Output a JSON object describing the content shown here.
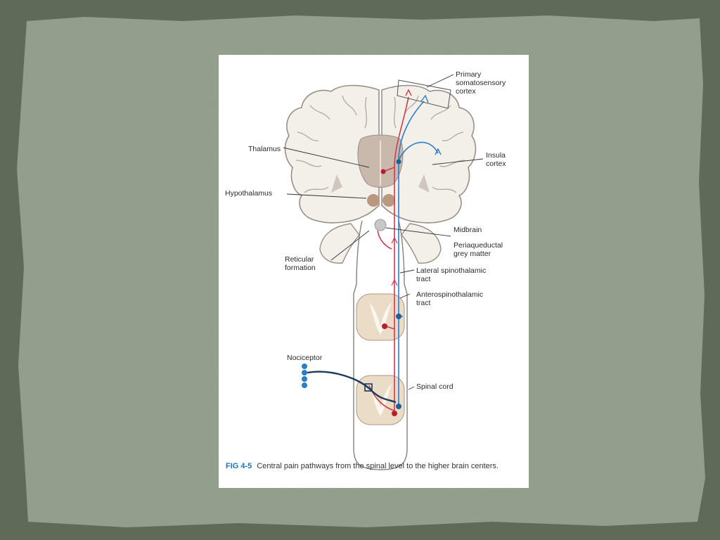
{
  "colors": {
    "slide_background": "#5f6b58",
    "paper_texture": "#8e9a88",
    "ascending_pathway_red": "#d23a4a",
    "ascending_pathway_blue": "#2b7fc4",
    "nociceptor_fiber": "#1b3a5c",
    "caption_label": "#1e73b8"
  },
  "figure": {
    "labels": {
      "primary_somatosensory_cortex": [
        "Primary",
        "somatosensory",
        "cortex"
      ],
      "thalamus": "Thalamus",
      "insula_cortex": [
        "Insula",
        "cortex"
      ],
      "hypothalamus": "Hypothalamus",
      "midbrain": "Midbrain",
      "periaqueductal_grey_matter": [
        "Periaqueductal",
        "grey matter"
      ],
      "reticular_formation": [
        "Reticular",
        "formation"
      ],
      "lateral_spinothalamic_tract": [
        "Lateral spinothalamic",
        "tract"
      ],
      "anterospinothalamic_tract": [
        "Anterospinothalamic",
        "tract"
      ],
      "nociceptor": "Nociceptor",
      "spinal_cord": "Spinal cord"
    },
    "caption": {
      "number": "FIG 4-5",
      "text": "Central pain pathways from the spinal level to the higher brain centers."
    }
  }
}
